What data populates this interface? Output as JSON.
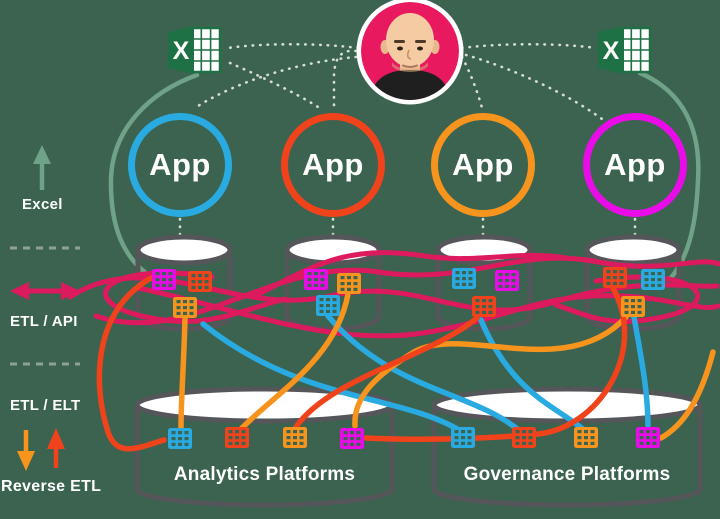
{
  "palette": {
    "background": "#3B634F",
    "blue": "#29ABE2",
    "red_orange": "#F0431C",
    "orange": "#F7941E",
    "magenta": "#E90CE9",
    "crimson": "#DE1A5E",
    "sage_green": "#6FA287",
    "excel_green": "#1E7145",
    "avatar_pink": "#E8195F",
    "cylinder_gray": "#55565A",
    "dotted_line": "#D7DDD6"
  },
  "legend": {
    "excel_label": "Excel",
    "etl_api_label": "ETL / API",
    "etl_elt_label": "ETL / ELT",
    "reverse_etl_label": "Reverse ETL"
  },
  "apps": [
    {
      "label": "App",
      "color": "#29ABE2"
    },
    {
      "label": "App",
      "color": "#F0431C"
    },
    {
      "label": "App",
      "color": "#F7941E"
    },
    {
      "label": "App",
      "color": "#E90CE9"
    }
  ],
  "excel_icons": [
    {
      "letter": "X"
    },
    {
      "letter": "X"
    }
  ],
  "warehouses": [
    {
      "tables": [
        "magenta",
        "red-orange",
        "orange"
      ]
    },
    {
      "tables": [
        "magenta",
        "orange",
        "blue"
      ]
    },
    {
      "tables": [
        "blue",
        "magenta",
        "red-orange"
      ]
    },
    {
      "tables": [
        "red-orange",
        "blue",
        "orange"
      ]
    }
  ],
  "platforms": [
    {
      "label": "Analytics Platforms",
      "tables": [
        "blue",
        "red-orange",
        "orange",
        "magenta"
      ]
    },
    {
      "label": "Governance Platforms",
      "tables": [
        "blue",
        "red-orange",
        "orange",
        "magenta"
      ]
    }
  ],
  "icons": {
    "avatar": "person-avatar",
    "excel": "excel-logo",
    "table": "data-table-grid-icon"
  }
}
